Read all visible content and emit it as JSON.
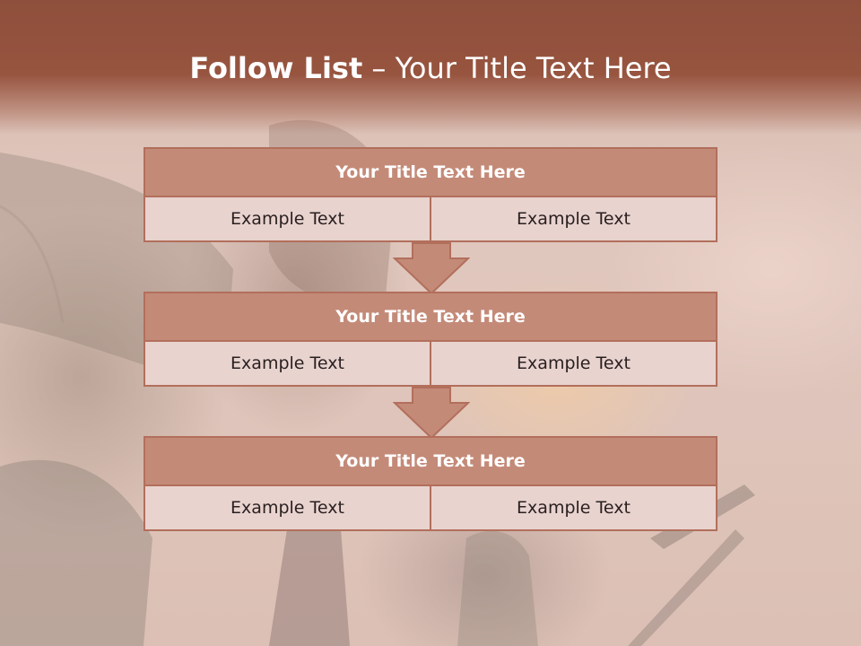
{
  "slide": {
    "title_bold": "Follow List",
    "title_rest": "– Your Title Text Here"
  },
  "blocks": [
    {
      "title": "Your Title Text Here",
      "left": "Example Text",
      "right": "Example Text"
    },
    {
      "title": "Your Title Text Here",
      "left": "Example Text",
      "right": "Example Text"
    },
    {
      "title": "Your Title Text Here",
      "left": "Example Text",
      "right": "Example Text"
    }
  ],
  "colors": {
    "banner": "#97543f",
    "block_header": "#c48a78",
    "block_border": "#b26f5c",
    "block_cell": "#e8d3cf"
  },
  "icons": {
    "connector": "down-arrow-icon"
  }
}
